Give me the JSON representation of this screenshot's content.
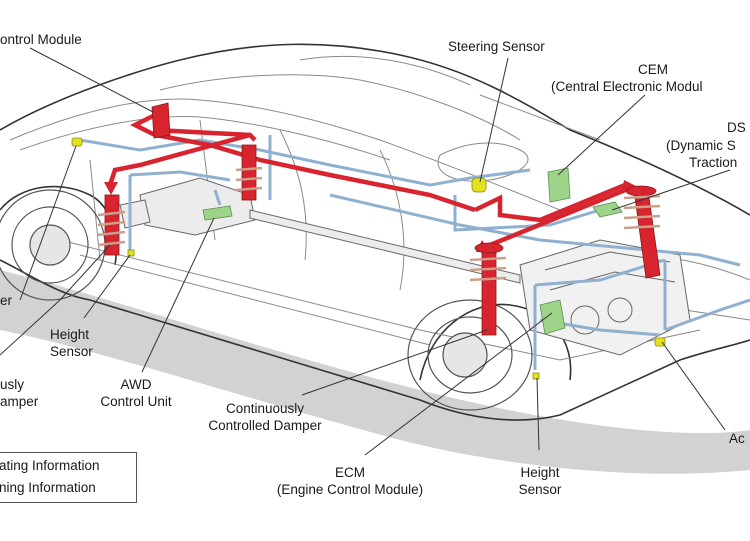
{
  "title": "Vehicle Chassis Control System Components",
  "colors": {
    "operating_info_line": "#d7242f",
    "learning_info_line": "#8fb1cf",
    "module_green": "#9ed48a",
    "sensor_yellow": "#e4e21c",
    "outline": "#333333",
    "ground_shadow": "#d2d2d2",
    "label_text": "#1a1a1a"
  },
  "labels": {
    "suspension_control_module": "ontrol Module",
    "steering_sensor": "Steering Sensor",
    "cem_title": "CEM",
    "cem_sub": "(Central Electronic Modul",
    "dstc_title": "DS",
    "dstc_sub1": "(Dynamic S",
    "dstc_sub2": "Traction",
    "rear_accel": "er",
    "rear_height_sensor_1": "Height",
    "rear_height_sensor_2": "Sensor",
    "rear_damper_1": "usly",
    "rear_damper_2": "amper",
    "awd_1": "AWD",
    "awd_2": "Control Unit",
    "front_damper_1": "Continuously",
    "front_damper_2": "Controlled Damper",
    "ecm_title": "ECM",
    "ecm_sub": "(Engine Control Module)",
    "front_height_sensor_1": "Height",
    "front_height_sensor_2": "Sensor",
    "front_accel": "Ac"
  },
  "legend": {
    "items": [
      {
        "label": "ating Information",
        "color": "#d7242f"
      },
      {
        "label": "ning Information",
        "color": "#8fb1cf"
      }
    ]
  }
}
